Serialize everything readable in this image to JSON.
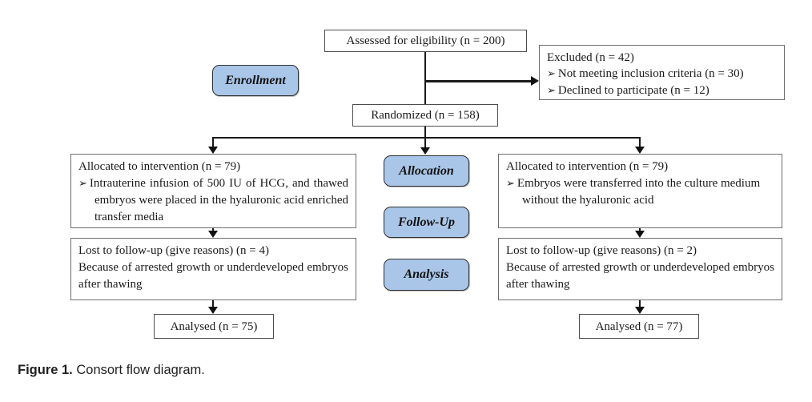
{
  "diagram": {
    "bullet_glyph": "➢",
    "stages": {
      "enrollment": "Enrollment",
      "allocation": "Allocation",
      "followup": "Follow-Up",
      "analysis": "Analysis"
    },
    "boxes": {
      "assessed": {
        "text": "Assessed for eligibility (n = 200)"
      },
      "excluded": {
        "title": "Excluded (n = 42)",
        "bullets": [
          "Not meeting inclusion criteria (n = 30)",
          "Declined to participate (n = 12)"
        ]
      },
      "randomized": {
        "text": "Randomized (n = 158)"
      },
      "left_allocation": {
        "title": "Allocated to intervention (n = 79)",
        "bullets": [
          "Intrauterine infusion of 500 IU of HCG, and thawed embryos were placed in the hyaluronic acid enriched transfer media"
        ]
      },
      "right_allocation": {
        "title": "Allocated to intervention (n = 79)",
        "bullets": [
          "Embryos were transferred into the culture medium without the hyaluronic acid"
        ]
      },
      "left_followup": {
        "line1": "Lost to follow-up (give reasons) (n = 4)",
        "line2": "Because of arrested growth or underdeveloped embryos after thawing"
      },
      "right_followup": {
        "line1": "Lost to follow-up (give reasons) (n = 2)",
        "line2": "Because of arrested growth or underdeveloped embryos after thawing"
      },
      "left_analysed": {
        "text": "Analysed (n = 75)"
      },
      "right_analysed": {
        "text": "Analysed (n = 77)"
      }
    },
    "colors": {
      "stage_fill": "#a9c6e8",
      "stage_border": "#2f2f2f",
      "box_border": "#4d4d4d",
      "arrow": "#111111"
    }
  },
  "caption": {
    "label": "Figure 1.",
    "text": " Consort flow diagram."
  }
}
